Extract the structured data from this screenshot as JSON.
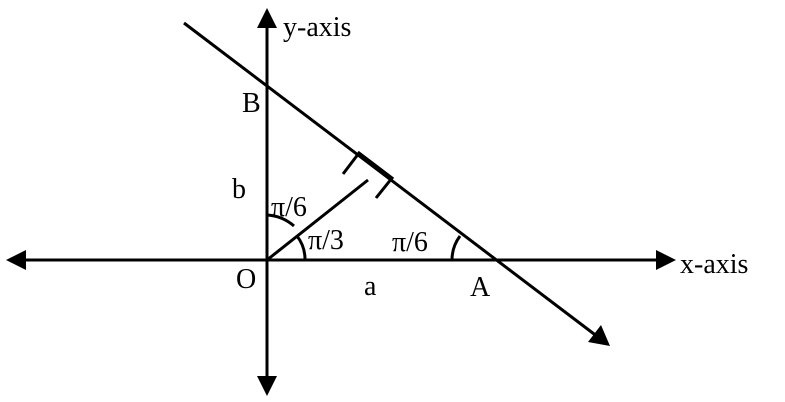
{
  "labels": {
    "y_axis": "y-axis",
    "x_axis": "x-axis",
    "point_b": "B",
    "point_a": "A",
    "origin": "O",
    "side_b": "b",
    "side_a": "a",
    "angle_at_o_upper": "π/6",
    "angle_at_o_lower": "π/3",
    "angle_at_a": "π/6"
  },
  "colors": {
    "stroke": "#000000",
    "background": "#ffffff"
  }
}
